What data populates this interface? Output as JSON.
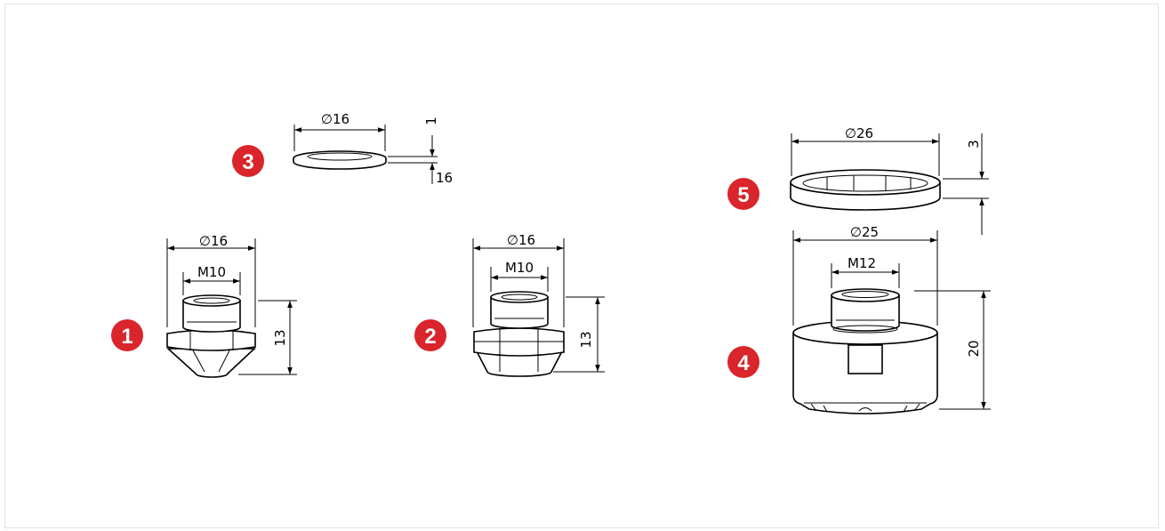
{
  "colors": {
    "badge": "#d9252b",
    "line": "#000000"
  },
  "parts": [
    {
      "id": "1",
      "outer": "∅16",
      "thread": "M10",
      "height": "13"
    },
    {
      "id": "2",
      "outer": "∅16",
      "thread": "M10",
      "height": "13"
    },
    {
      "id": "3",
      "outer": "∅16",
      "thickness": "1",
      "inner": "16"
    },
    {
      "id": "4",
      "outer": "∅25",
      "thread": "M12",
      "height": "20"
    },
    {
      "id": "5",
      "outer": "∅26",
      "thickness": "3"
    }
  ]
}
